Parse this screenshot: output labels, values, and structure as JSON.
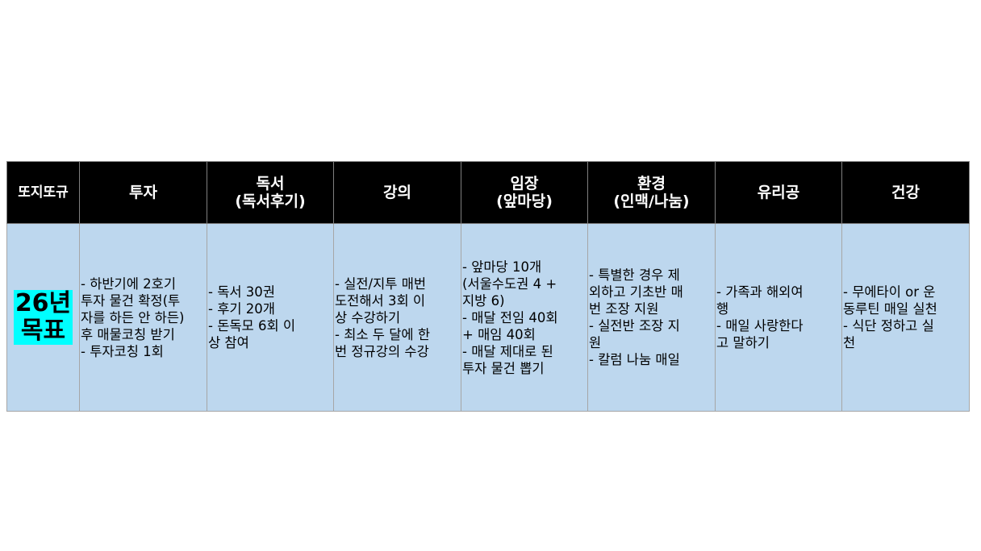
{
  "table": {
    "headers": [
      "또지또규",
      "투자",
      "독서\n(독서후기)",
      "강의",
      "임장\n(앞마당)",
      "환경\n(인맥/나눔)",
      "유리공",
      "건강"
    ],
    "row_label": "26년\n목표",
    "highlight_color": "#00ffff",
    "cells": [
      "- 하반기에 2호기\n투자 물건 확정(투\n자를 하든 안 하든)\n후 매물코칭 받기\n- 투자코칭 1회",
      "- 독서 30권\n- 후기 20개\n- 돈독모 6회 이\n상 참여",
      "- 실전/지투 매번\n도전해서 3회 이\n상 수강하기\n- 최소 두 달에 한\n번 정규강의 수강",
      "- 앞마당 10개\n(서울수도권 4 +\n지방 6)\n- 매달 전임 40회\n+ 매임 40회\n- 매달 제대로 된\n투자 물건 뽑기",
      "- 특별한 경우 제\n외하고 기초반 매\n번 조장 지원\n- 실전반 조장 지\n원\n- 칼럼 나눔 매일",
      "- 가족과 해외여\n행\n- 매일 사랑한다\n고 말하기",
      "- 무에타이 or 운\n동루틴 매일 실천\n- 식단 정하고 실\n천"
    ]
  }
}
